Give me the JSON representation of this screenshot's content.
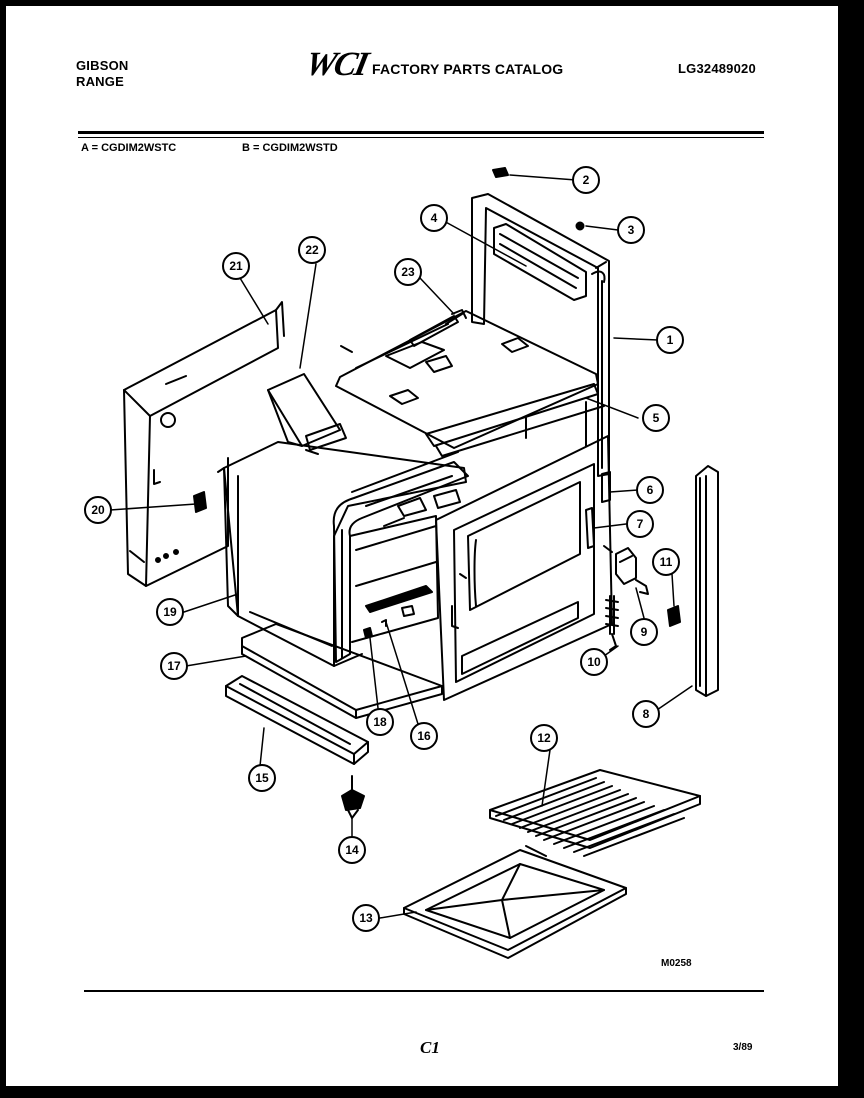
{
  "header": {
    "brand_line1": "GIBSON",
    "brand_line2": "RANGE",
    "logo": "WCI",
    "catalog_title": "FACTORY PARTS CATALOG",
    "catalog_number": "LG32489020"
  },
  "models": {
    "a": "A = CGDIM2WSTC",
    "b": "B = CGDIM2WSTD"
  },
  "diagram": {
    "callouts": [
      "1",
      "2",
      "3",
      "4",
      "5",
      "6",
      "7",
      "8",
      "9",
      "10",
      "11",
      "12",
      "13",
      "14",
      "15",
      "16",
      "17",
      "18",
      "19",
      "20",
      "21",
      "22",
      "23"
    ],
    "code": "M0258"
  },
  "footer": {
    "page_code": "C1",
    "date_code": "3/89"
  }
}
